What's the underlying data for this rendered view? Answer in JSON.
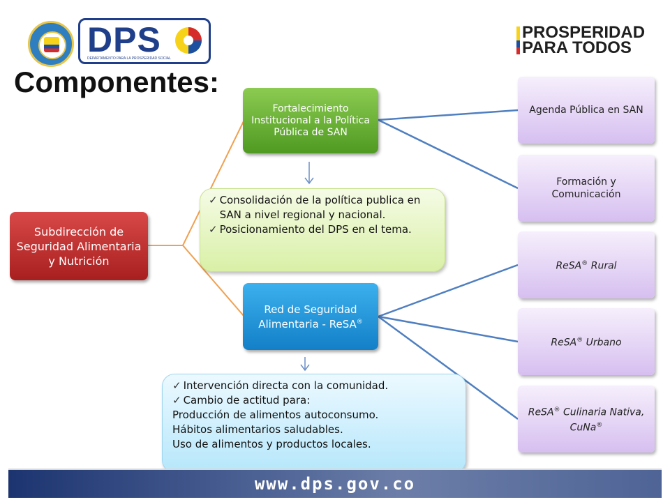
{
  "header": {
    "dps_wordmark": "DPS",
    "dps_subtitle": "DEPARTAMENTO PARA LA PROSPERIDAD SOCIAL",
    "slogan_line1": "PROSPERIDAD",
    "slogan_line2": "PARA TODOS"
  },
  "title": "Componentes:",
  "diagram": {
    "root": "Subdirección de Seguridad Alimentaria y Nutrición",
    "branch1": "Fortalecimiento Institucional a la Política Pública de SAN",
    "branch2_main": "Red de Seguridad Alimentaria - ReSA",
    "leaves": [
      {
        "name": "Agenda Pública en SAN"
      },
      {
        "name": "Formación y Comunicación"
      },
      {
        "prefix": "ReSA",
        "suffix": " Rural"
      },
      {
        "prefix": "ReSA",
        "suffix": " Urbano"
      },
      {
        "prefix": "ReSA",
        "suffix": " Culinaria Nativa, CuNa"
      }
    ],
    "registered": "®",
    "note1": [
      "Consolidación de la política publica en SAN a nivel regional y nacional.",
      "Posicionamiento del DPS en el tema."
    ],
    "note2_checks": [
      "Intervención directa con la comunidad.",
      "Cambio de actitud para:"
    ],
    "note2_lines": [
      "Producción de alimentos autoconsumo.",
      "Hábitos alimentarios saludables.",
      "Uso de alimentos y productos locales."
    ],
    "check_glyph": "✓"
  },
  "footer": {
    "url": "www.dps.gov.co"
  },
  "colors": {
    "root": "#b82a2a",
    "branch1": "#6aae36",
    "branch2": "#1f8fd6",
    "leaf": "#e2d0f4",
    "connector_orange": "#f0a050",
    "connector_blue": "#4f7fc0"
  }
}
